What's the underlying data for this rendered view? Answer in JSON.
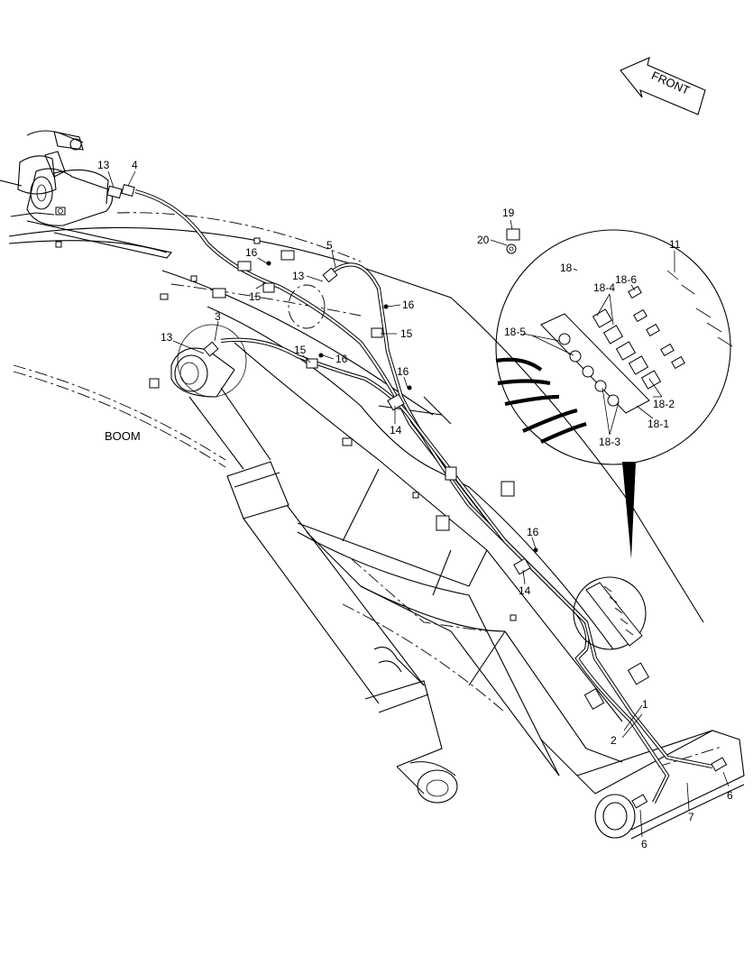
{
  "front_label": "FRONT",
  "boom_label": "BOOM",
  "callouts": [
    {
      "id": "c-13a",
      "text": "13"
    },
    {
      "id": "c-4",
      "text": "4"
    },
    {
      "id": "c-16a",
      "text": "16"
    },
    {
      "id": "c-15a",
      "text": "15"
    },
    {
      "id": "c-5",
      "text": "5"
    },
    {
      "id": "c-13b",
      "text": "13"
    },
    {
      "id": "c-16b",
      "text": "16"
    },
    {
      "id": "c-15b",
      "text": "15"
    },
    {
      "id": "c-3",
      "text": "3"
    },
    {
      "id": "c-13c",
      "text": "13"
    },
    {
      "id": "c-15c",
      "text": "15"
    },
    {
      "id": "c-16c",
      "text": "16"
    },
    {
      "id": "c-16d",
      "text": "16"
    },
    {
      "id": "c-14a",
      "text": "14"
    },
    {
      "id": "c-16e",
      "text": "16"
    },
    {
      "id": "c-14b",
      "text": "14"
    },
    {
      "id": "c-19",
      "text": "19"
    },
    {
      "id": "c-20",
      "text": "20"
    },
    {
      "id": "c-18",
      "text": "18"
    },
    {
      "id": "c-11",
      "text": "11"
    },
    {
      "id": "c-18-6",
      "text": "18-6"
    },
    {
      "id": "c-18-4",
      "text": "18-4"
    },
    {
      "id": "c-18-5",
      "text": "18-5"
    },
    {
      "id": "c-18-2",
      "text": "18-2"
    },
    {
      "id": "c-18-1",
      "text": "18-1"
    },
    {
      "id": "c-18-3",
      "text": "18-3"
    },
    {
      "id": "c-1",
      "text": "1"
    },
    {
      "id": "c-2",
      "text": "2"
    },
    {
      "id": "c-6a",
      "text": "6"
    },
    {
      "id": "c-7",
      "text": "7"
    },
    {
      "id": "c-6b",
      "text": "6"
    }
  ]
}
